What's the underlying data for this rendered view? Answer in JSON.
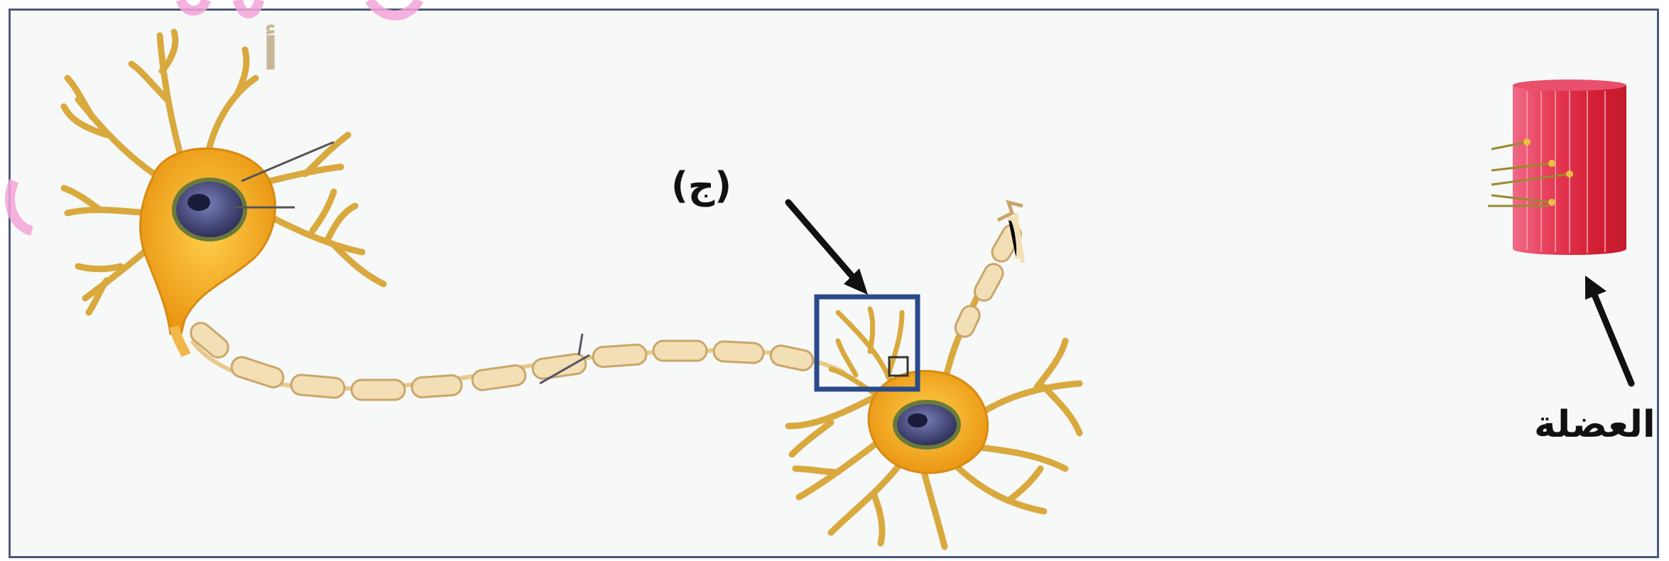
{
  "labels": {
    "a": "أ",
    "j": "(ج)",
    "muscle": "العضلة"
  },
  "colors": {
    "neuron_body": "#f2a81c",
    "dendrite": "#d9b04a",
    "myelin": "#f3dfb5",
    "nucleus": "#3d3f6e",
    "muscle": "#d9283e",
    "highlight_box": "#2b4a8a",
    "arrow": "#111111",
    "watermark": "#f4a4d8"
  }
}
